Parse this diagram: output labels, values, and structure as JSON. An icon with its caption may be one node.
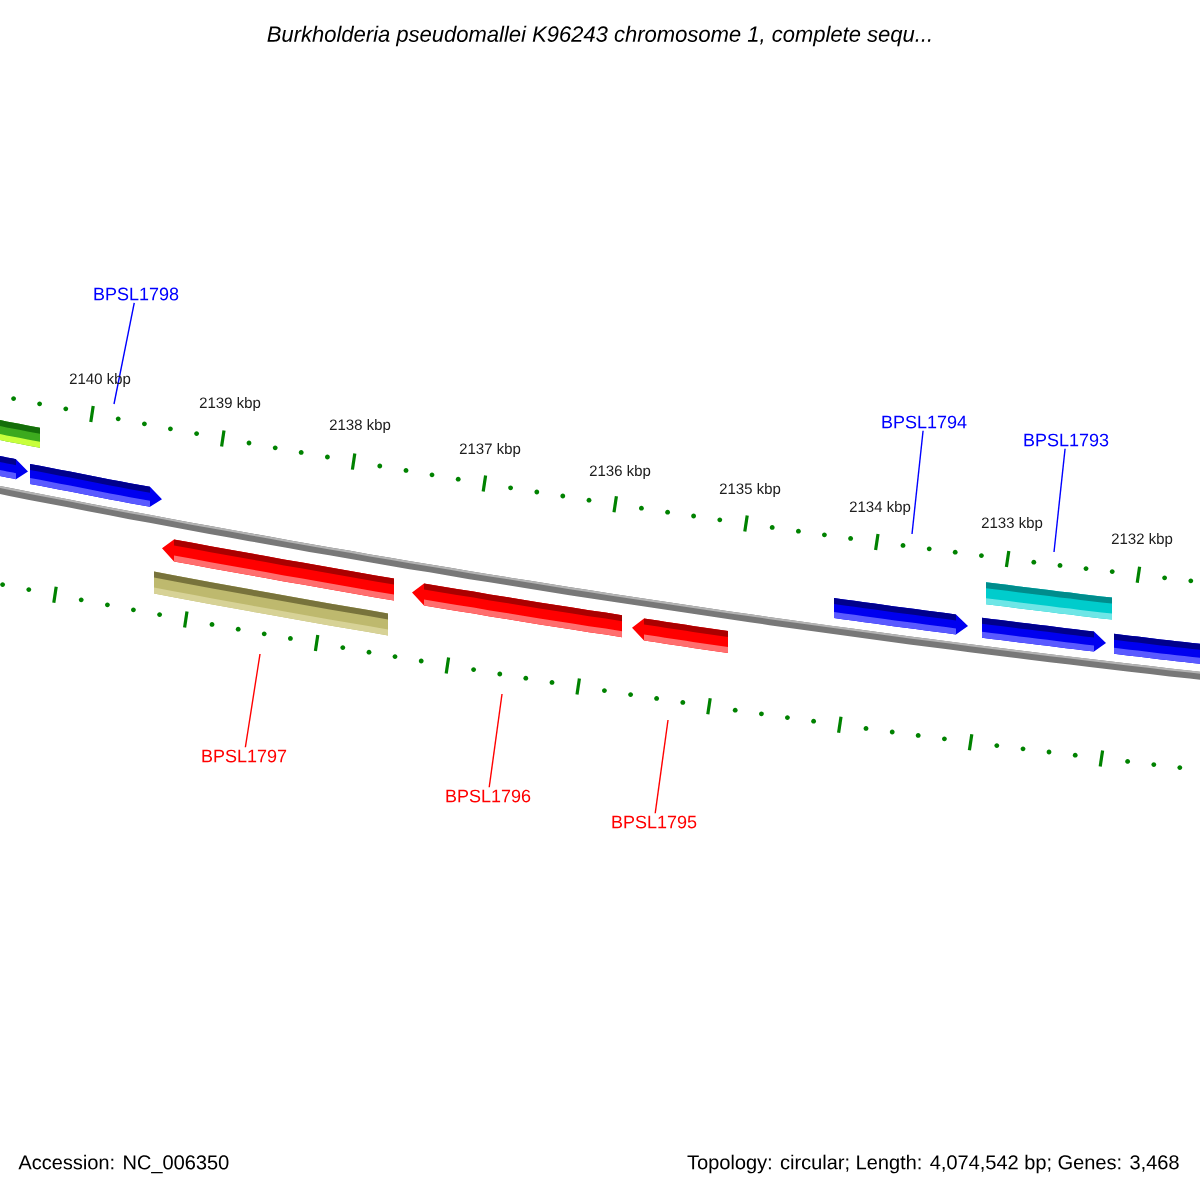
{
  "diagram": {
    "title": "Burkholderia pseudomallei K96243 chromosome 1, complete sequ...",
    "nodes": [
      {
        "text": [
          "BPSL1798"
        ]
      },
      {
        "text": [
          "BPSL1794"
        ]
      },
      {
        "text": [
          "BPSL1793"
        ]
      },
      {
        "text": [
          "BPSL1797"
        ]
      },
      {
        "text": [
          "BPSL1796"
        ]
      },
      {
        "text": [
          "BPSL1795"
        ]
      }
    ],
    "edges": [
      {
        "from": 0,
        "to": null,
        "arrow": "none",
        "color": "#0000ff"
      },
      {
        "from": 1,
        "to": null,
        "arrow": "none",
        "color": "#0000ff"
      },
      {
        "from": 2,
        "to": null,
        "arrow": "none",
        "color": "#0000ff"
      },
      {
        "from": 3,
        "to": null,
        "arrow": "none",
        "color": "#ff0000"
      },
      {
        "from": 4,
        "to": null,
        "arrow": "none",
        "color": "#ff0000"
      },
      {
        "from": 5,
        "to": null,
        "arrow": "none",
        "color": "#ff0000"
      }
    ],
    "labels": [
      "2140 kbp",
      "2139 kbp",
      "2138 kbp",
      "2137 kbp",
      "2136 kbp",
      "2135 kbp",
      "2134 kbp",
      "2133 kbp",
      "2132 kbp",
      "Accession: NC_006350",
      "Topology: circular; Length: 4,074,542 bp; Genes: 3,468"
    ]
  }
}
